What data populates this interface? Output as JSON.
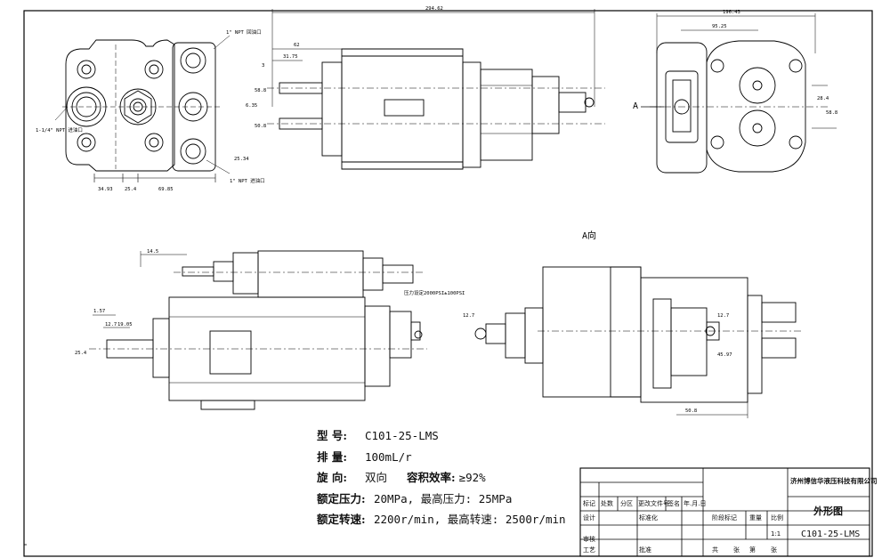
{
  "drawing": {
    "dims_top": [
      "294.62",
      "62",
      "31.75",
      "3",
      "58.8",
      "6.35",
      "50.8",
      "25.34",
      "196.43",
      "95.25",
      "28.4",
      "58.8"
    ],
    "dims_left": [
      "34.93",
      "25.4",
      "69.85"
    ],
    "dims_lower": [
      "14.5",
      "1.57",
      "12.7",
      "19.05",
      "25.4",
      "12.7",
      "12.7",
      "45.97",
      "50.8"
    ],
    "port_notes": [
      "1\" NPT 回油口",
      "1-1/4\" NPT 进油口",
      "1\" NPT 进油口"
    ],
    "view_a_marker": "A",
    "view_a_title": "A向",
    "pressure_note": "压力设定2000PSI±100PSI"
  },
  "specs": {
    "model_label": "型  号:",
    "model_value": "C101-25-LMS",
    "displacement_label": "排  量:",
    "displacement_value": "100mL/r",
    "rotation_label": "旋  向:",
    "rotation_value": "双向",
    "efficiency_label": "容积效率:",
    "efficiency_value": "≥92%",
    "pressure_label": "额定压力:",
    "pressure_value": "20MPa, 最高压力: 25MPa",
    "speed_label": "额定转速:",
    "speed_value": "2200r/min, 最高转速: 2500r/min"
  },
  "title_block": {
    "company": "济州博信华液压科技有限公司",
    "drawing_name": "外形图",
    "drawing_no": "C101-25-LMS",
    "scale": "1:1",
    "headers": [
      "标记",
      "处数",
      "分区",
      "更改文件号",
      "签名",
      "年.月.日"
    ],
    "roles": [
      "设计",
      "标准化",
      "审核",
      "工艺",
      "批准"
    ],
    "stage_label": "阶段标记",
    "weight_label": "重量",
    "scale_label": "比例",
    "sheet_labels": [
      "共",
      "张",
      "第",
      "张"
    ]
  }
}
